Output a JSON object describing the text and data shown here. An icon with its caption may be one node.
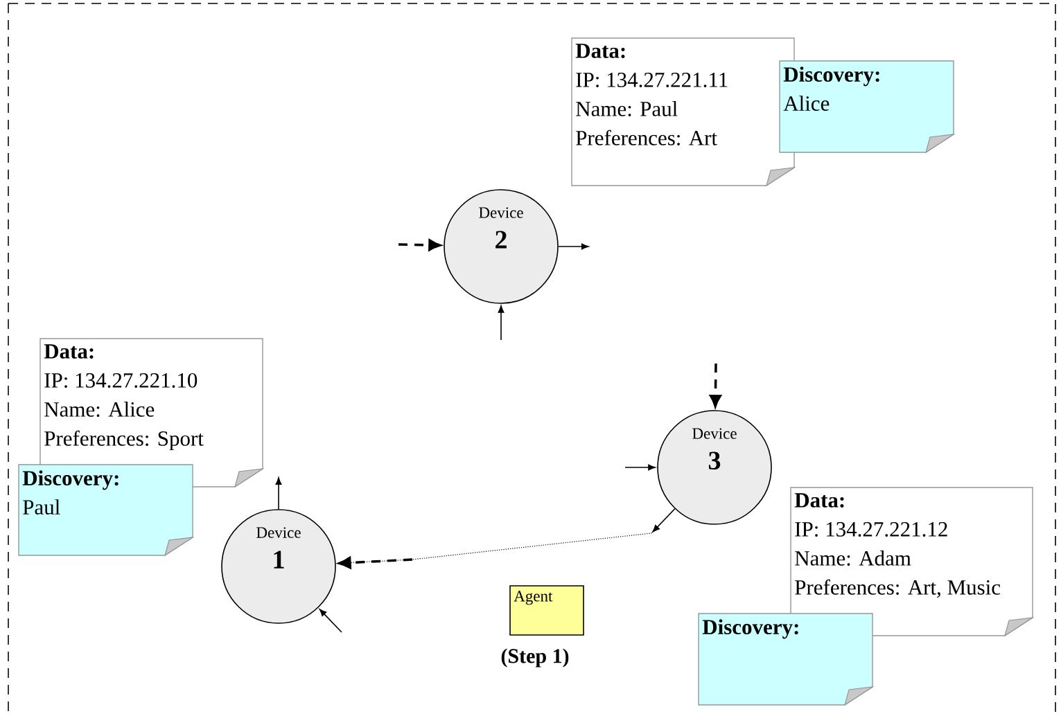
{
  "diagram": {
    "nodes": [
      {
        "text": [
          "Device",
          "1"
        ]
      },
      {
        "text": [
          "Device",
          "2"
        ]
      },
      {
        "text": [
          "Device",
          "3"
        ]
      },
      {
        "text": [
          "Data:",
          "IP: 134.27.221.10",
          "Name: Alice",
          "Preferences: Sport"
        ]
      },
      {
        "text": [
          "Discovery:",
          "Paul"
        ]
      },
      {
        "text": [
          "Data:",
          "IP: 134.27.221.11",
          "Name: Paul",
          "Preferences: Art"
        ]
      },
      {
        "text": [
          "Discovery:",
          "Alice"
        ]
      },
      {
        "text": [
          "Data:",
          "IP: 134.27.221.12",
          "Name: Adam",
          "Preferences: Art, Music"
        ]
      },
      {
        "text": [
          "Discovery:"
        ]
      },
      {
        "text": [
          "Agent"
        ],
        "beside": [
          "(Step 1)"
        ]
      }
    ],
    "edges": [
      {
        "from": null,
        "to": 1,
        "arrow": "to",
        "style": "dashed"
      },
      {
        "from": 1,
        "to": null,
        "arrow": "to"
      },
      {
        "from": null,
        "to": 1,
        "arrow": "to"
      },
      {
        "from": null,
        "to": 2,
        "arrow": "to",
        "style": "dashed"
      },
      {
        "from": null,
        "to": 2,
        "arrow": "to"
      },
      {
        "from": 2,
        "to": 0,
        "arrow": "to",
        "style": "dashed"
      },
      {
        "from": 0,
        "to": null,
        "arrow": "to"
      },
      {
        "from": null,
        "to": 0,
        "arrow": "to"
      }
    ]
  }
}
